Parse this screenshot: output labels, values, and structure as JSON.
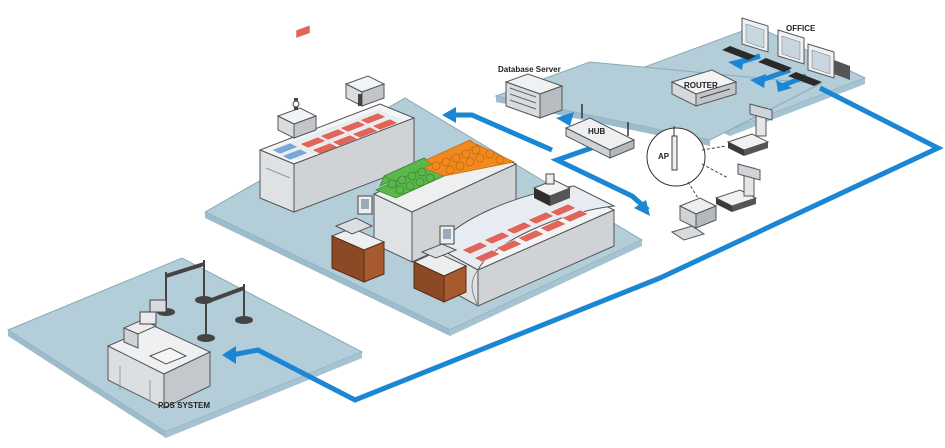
{
  "labels": {
    "office": "OFFICE",
    "database_server": "Database Server",
    "router": "ROUTER",
    "hub": "HUB",
    "ap": "AP",
    "pos_system": "POS SYSTEM"
  },
  "colors": {
    "network_line": "#1a86d4",
    "floor": "#b3cdd9",
    "floor_edge": "#8aaab8",
    "equipment": "#e4e6e8",
    "equipment_dark": "#9da3a8",
    "produce_green": "#5ab84a",
    "produce_orange": "#f08a1e",
    "meat_red": "#e0655a",
    "counter_brown": "#8b4a25"
  }
}
